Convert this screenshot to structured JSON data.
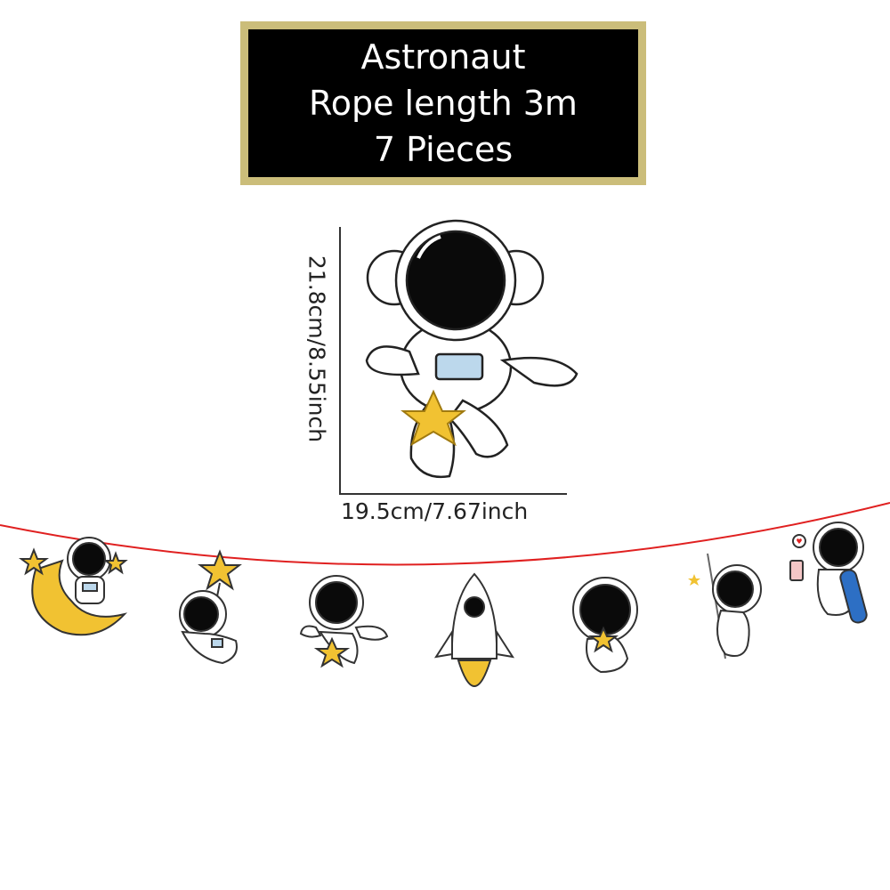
{
  "header": {
    "line1": "Astronaut",
    "line2": "Rope length 3m",
    "line3": "7 Pieces"
  },
  "dimensions": {
    "height_label": "21.8cm/8.55inch",
    "width_label": "19.5cm/7.67inch"
  },
  "colors": {
    "header_bg": "#000000",
    "header_border": "#cbbd7a",
    "rope": "#e02020",
    "gold": "#f1c232",
    "visor": "#0a0a0a",
    "panel": "#bcd8ec"
  },
  "garland": {
    "pieces": [
      {
        "icon": "astronaut-on-moon-icon"
      },
      {
        "icon": "astronaut-with-star-balloon-icon"
      },
      {
        "icon": "astronaut-holding-star-icon"
      },
      {
        "icon": "rocket-icon"
      },
      {
        "icon": "astronaut-hugging-star-icon"
      },
      {
        "icon": "astronaut-climbing-rope-icon"
      },
      {
        "icon": "astronaut-with-skateboard-icon"
      }
    ]
  }
}
